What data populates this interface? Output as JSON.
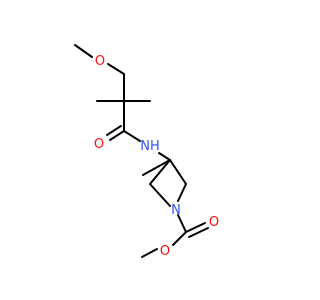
{
  "atoms": {
    "o_methoxy": "O",
    "c_carbonyl_o": "O",
    "nh": "NH",
    "n_ring": "N",
    "o_ester_double": "O",
    "o_ester_single": "O"
  },
  "colors": {
    "bond": "#000000",
    "oxygen": "#ff0d0d",
    "nitrogen": "#3050f8",
    "background": "#ffffff"
  }
}
